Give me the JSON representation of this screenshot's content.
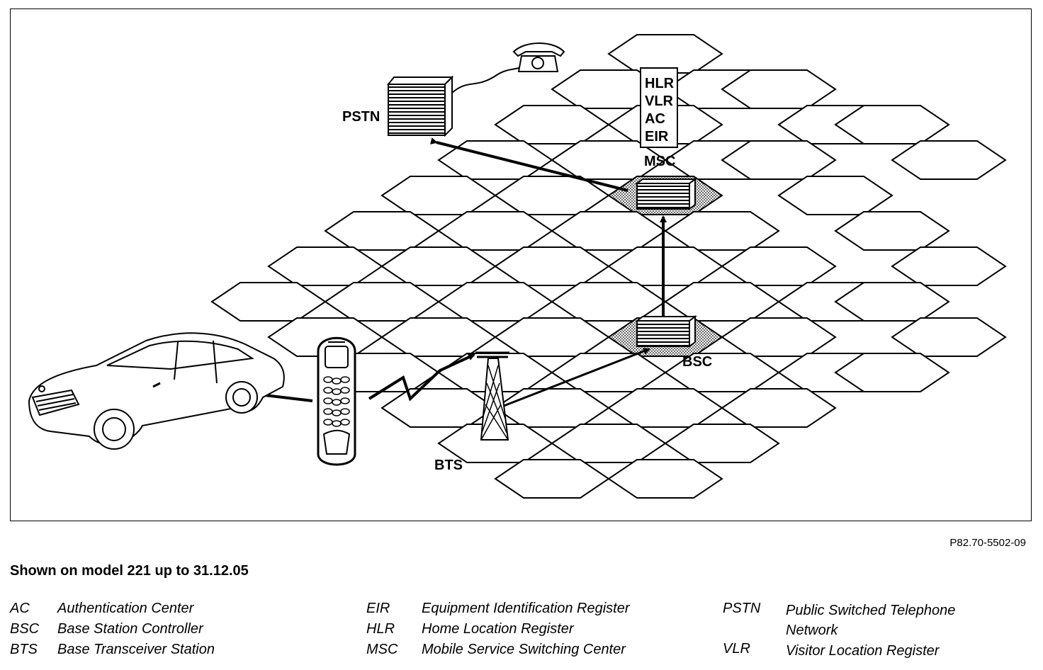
{
  "diagram": {
    "labels": {
      "pstn": "PSTN",
      "msc": "MSC",
      "bsc": "BSC",
      "bts": "BTS",
      "hlr": "HLR",
      "vlr": "VLR",
      "ac": "AC",
      "eir": "EIR"
    }
  },
  "figure_code": "P82.70-5502-09",
  "caption": "Shown on model 221 up to 31.12.05",
  "legend": {
    "col1": [
      {
        "abbr": "AC",
        "desc": "Authentication Center"
      },
      {
        "abbr": "BSC",
        "desc": "Base Station Controller"
      },
      {
        "abbr": "BTS",
        "desc": "Base Transceiver Station"
      }
    ],
    "col2": [
      {
        "abbr": "EIR",
        "desc": "Equipment Identification Register"
      },
      {
        "abbr": "HLR",
        "desc": "Home Location Register"
      },
      {
        "abbr": "MSC",
        "desc": "Mobile Service Switching Center"
      }
    ],
    "col3": [
      {
        "abbr": "PSTN",
        "desc": "Public Switched Telephone Network"
      },
      {
        "abbr": "VLR",
        "desc": "Visitor Location Register"
      }
    ]
  }
}
